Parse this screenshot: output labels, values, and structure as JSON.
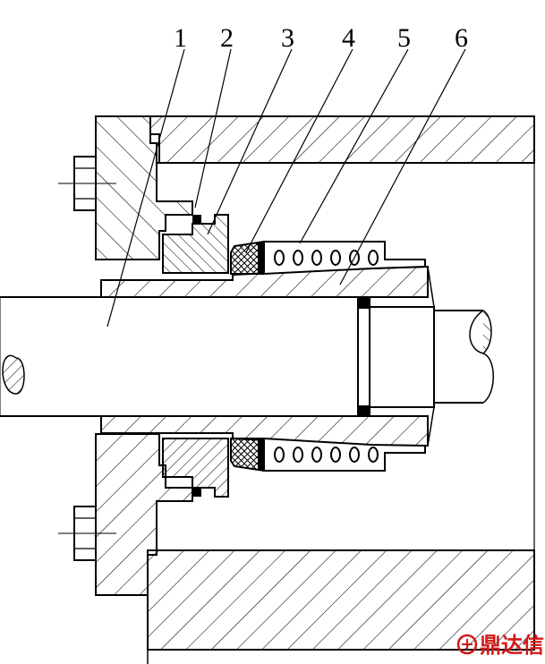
{
  "diagram": {
    "callouts": [
      {
        "id": "1",
        "label": "1",
        "part": "shaft"
      },
      {
        "id": "2",
        "label": "2",
        "part": "static-ring-seal"
      },
      {
        "id": "3",
        "label": "3",
        "part": "static-ring"
      },
      {
        "id": "4",
        "label": "4",
        "part": "rotating-ring"
      },
      {
        "id": "5",
        "label": "5",
        "part": "spring"
      },
      {
        "id": "6",
        "label": "6",
        "part": "shaft-sleeve"
      }
    ]
  },
  "watermark": {
    "text": "鼎达信",
    "color": "#d21a1a"
  },
  "colors": {
    "line": "#000000",
    "background": "#ffffff"
  }
}
